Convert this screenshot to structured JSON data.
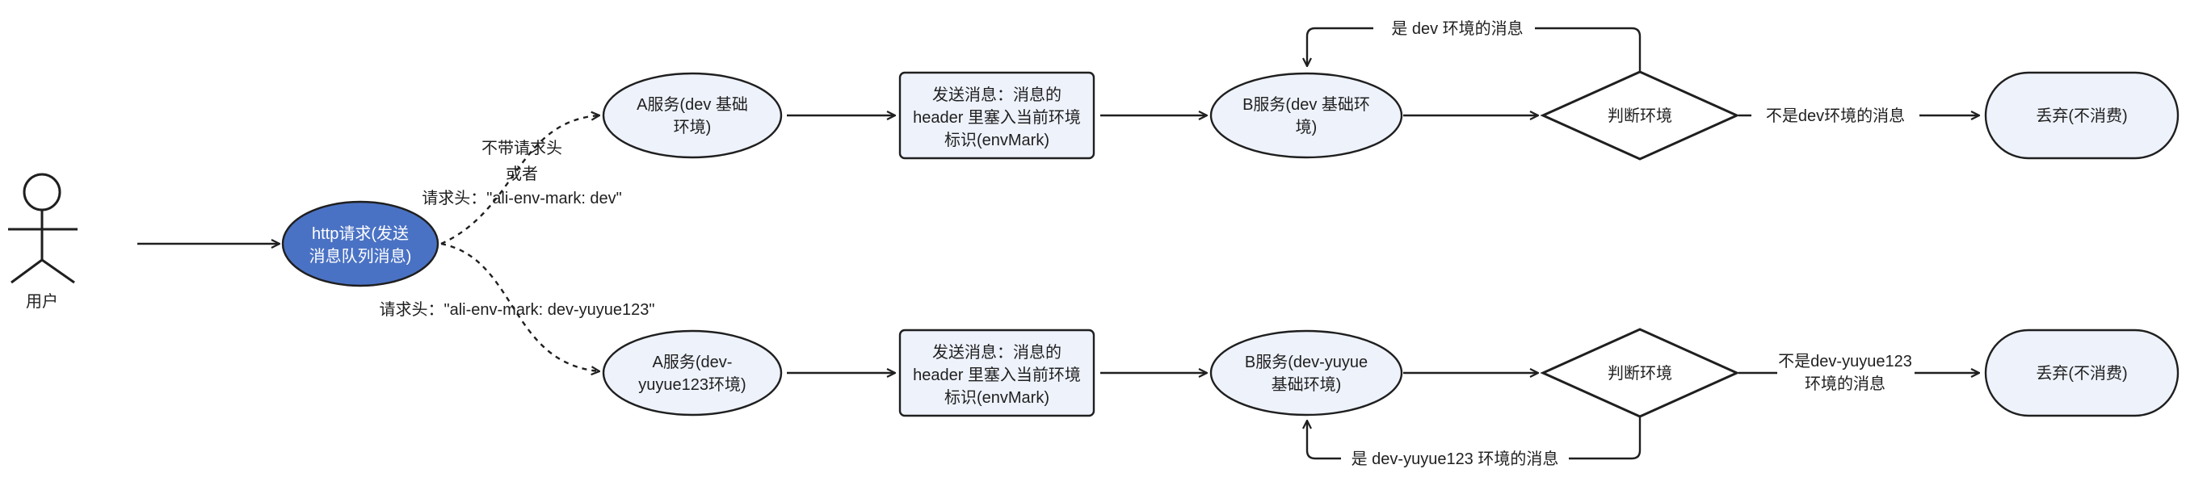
{
  "colors": {
    "node_fill": "#eef2fb",
    "node_stroke": "#1f1f1f",
    "http_fill": "#4a72c4",
    "http_text": "#ffffff",
    "line": "#1f1f1f"
  },
  "actor": {
    "icon": "stick-figure-icon",
    "label": "用户"
  },
  "http": {
    "lines": [
      "http请求(发送",
      "消息队列消息)"
    ]
  },
  "labels": {
    "top_route": [
      "不带请求头",
      "或者",
      "请求头：\"ali-env-mark: dev\""
    ],
    "bottom_route": [
      "请求头：\"ali-env-mark: dev-yuyue123\""
    ]
  },
  "top": {
    "a": [
      "A服务(dev 基础",
      "环境)"
    ],
    "send": [
      "发送消息：消息的",
      "header 里塞入当前环境",
      "标识(envMark)"
    ],
    "b": [
      "B服务(dev 基础环",
      "境)"
    ],
    "judge": "判断环境",
    "loop": "是 dev 环境的消息",
    "no": "不是dev环境的消息",
    "discard": "丢弃(不消费)"
  },
  "bottom": {
    "a": [
      "A服务(dev-",
      "yuyue123环境)"
    ],
    "send": [
      "发送消息：消息的",
      "header 里塞入当前环境",
      "标识(envMark)"
    ],
    "b": [
      "B服务(dev-yuyue",
      "基础环境)"
    ],
    "judge": "判断环境",
    "loop": "是 dev-yuyue123 环境的消息",
    "no": [
      "不是dev-yuyue123",
      "环境的消息"
    ],
    "discard": "丢弃(不消费)"
  }
}
